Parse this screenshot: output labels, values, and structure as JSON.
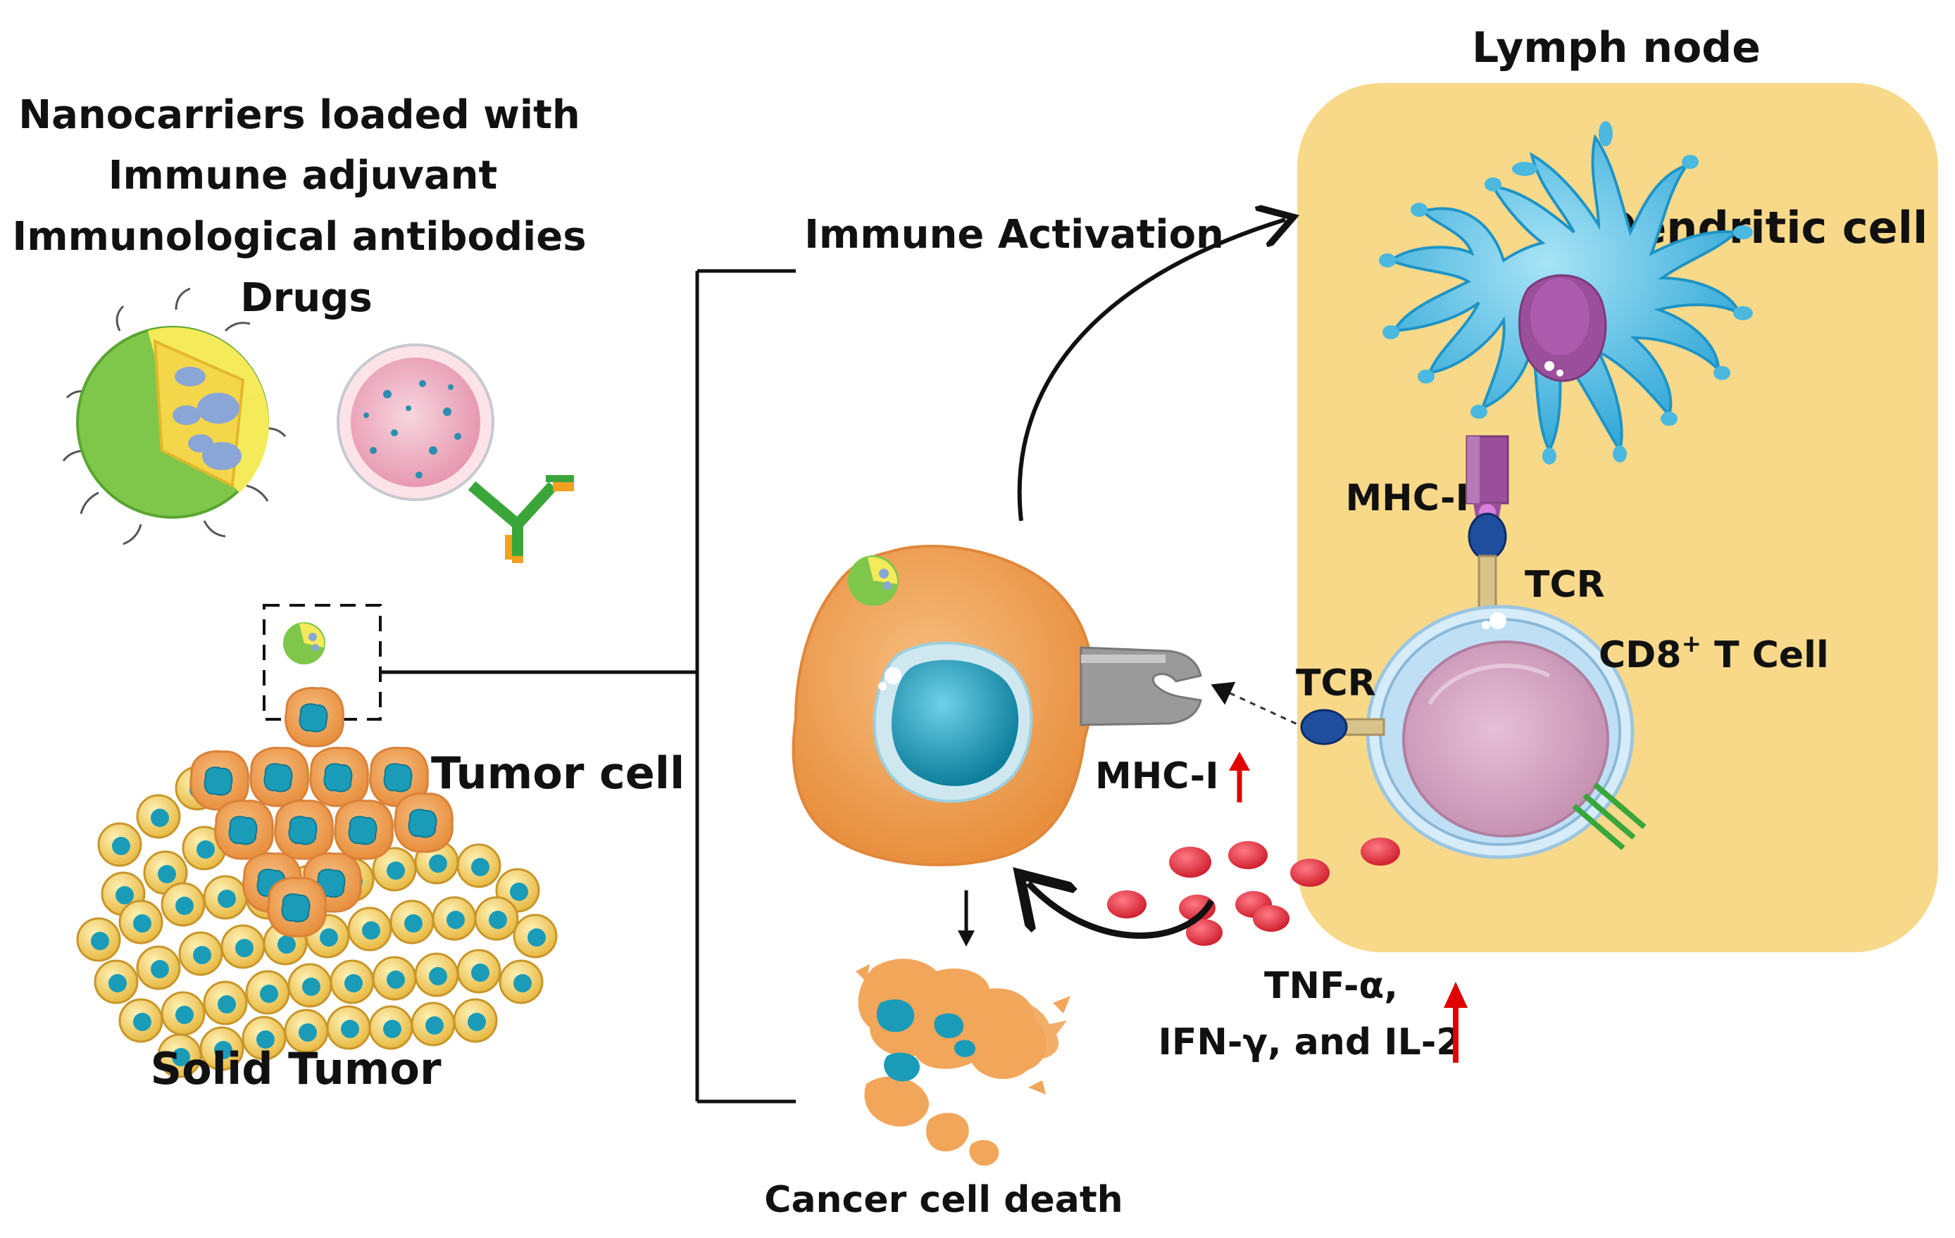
{
  "labels": {
    "carriers_line1": "Nanocarriers loaded with",
    "carriers_line2": "Immune adjuvant",
    "carriers_line3": "Immunological antibodies",
    "carriers_line4": "Drugs",
    "tumor_cell": "Tumor cell",
    "solid_tumor": "Solid Tumor",
    "immune_activation": "Immune Activation",
    "cancer_cell_death": "Cancer cell death",
    "lymph_node": "Lymph node",
    "dendritic_cell": "Dendritic cell",
    "mhc1_dc": "MHC-I",
    "tcr_top": "TCR",
    "tcr_left": "TCR",
    "cd8_prefix": "CD8",
    "cd8_sup": "+",
    "cd8_suffix": " T Cell",
    "mhc1_tumor": "MHC-I",
    "cytokines_line1": "TNF-α,",
    "cytokines_line2": "IFN-γ, and IL-2"
  },
  "colors": {
    "lymph_node_fill": "#f8d98a",
    "tumor_orange": "#f2a65a",
    "nucleus_teal": "#1a9cb8",
    "dendritic_blue": "#4bb8e0",
    "tcell_pink": "#d9a6c4",
    "cytokine_red": "#e53946",
    "up_arrow_red": "#e00000",
    "carrier_green": "#7ec74a",
    "carrier_yellow": "#f4ea5a",
    "antibody_green": "#3aa63a",
    "antibody_orange": "#f2a020"
  }
}
